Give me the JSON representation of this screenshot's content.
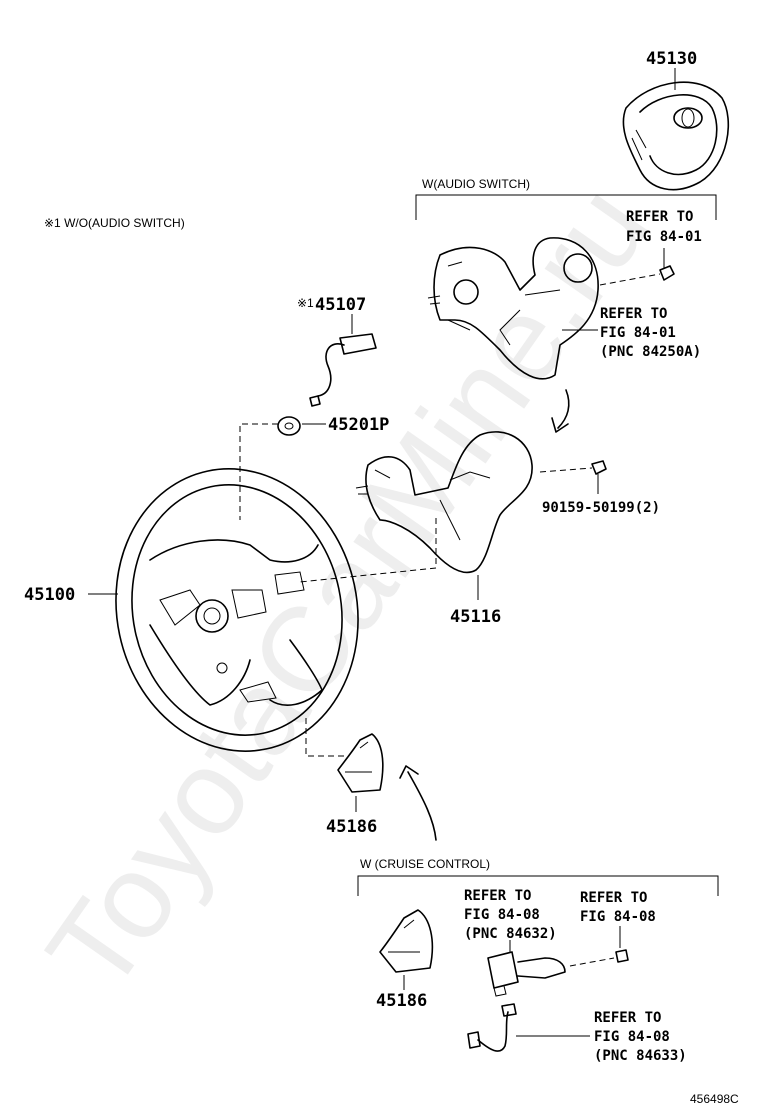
{
  "watermark": "ToyotaCarMine.ru",
  "figure_id": "456498C",
  "sections": {
    "audio_switch": "W(AUDIO SWITCH)",
    "cruise_control": "W (CRUISE CONTROL)",
    "note_1": "※1 W/O(AUDIO SWITCH)"
  },
  "parts": {
    "p45130": "45130",
    "p45107_mark": "※1",
    "p45107": "45107",
    "p45201p": "45201P",
    "p45100": "45100",
    "p45116": "45116",
    "p90159": "90159-50199(2)",
    "p45186_a": "45186",
    "p45186_b": "45186"
  },
  "refs": {
    "r1": [
      "REFER TO",
      "FIG 84-01"
    ],
    "r2": [
      "REFER TO",
      "FIG 84-01",
      "(PNC 84250A)"
    ],
    "r3": [
      "REFER TO",
      "FIG 84-08",
      "(PNC 84632)"
    ],
    "r4": [
      "REFER TO",
      "FIG 84-08"
    ],
    "r5": [
      "REFER TO",
      "FIG 84-08",
      "(PNC 84633)"
    ]
  }
}
